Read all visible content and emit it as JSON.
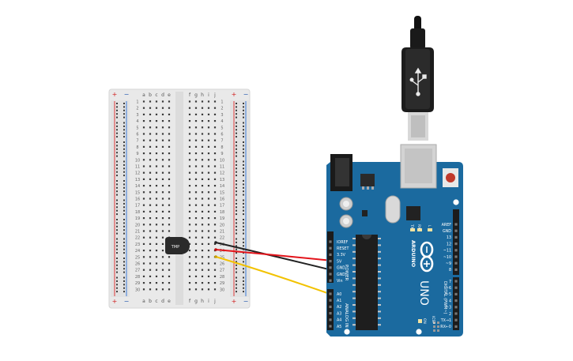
{
  "breadboard": {
    "columns_left": [
      "a",
      "b",
      "c",
      "d",
      "e"
    ],
    "columns_right": [
      "f",
      "g",
      "h",
      "i",
      "j"
    ],
    "row_count": 30,
    "rail_plus": "+",
    "rail_minus": "−"
  },
  "sensor": {
    "label": "TMP"
  },
  "arduino": {
    "logo": "ARDUINO",
    "model": "UNO",
    "power_group_label": "POWER",
    "analog_group_label": "ANALOG IN",
    "digital_group_label": "DIGITAL (PWM~)",
    "power_pins": [
      "IOREF",
      "RESET",
      "3.3V",
      "5V",
      "GND",
      "GND",
      "Vin"
    ],
    "analog_pins": [
      "A0",
      "A1",
      "A2",
      "A3",
      "A4",
      "A5"
    ],
    "top_right_pins": [
      "AREF",
      "GND",
      "13",
      "12",
      "~11",
      "~10",
      "~9",
      "8"
    ],
    "bottom_right_pins": [
      "7",
      "~6",
      "~5",
      "4",
      "~3",
      "2",
      "TX→1",
      "RX←0"
    ],
    "led_labels": [
      "TX",
      "RX",
      "L"
    ],
    "on_label": "ON",
    "icsp_label": "ICSP"
  },
  "wires": {
    "colors": {
      "power": "#e3141b",
      "ground": "#222222",
      "signal": "#f2c200"
    }
  }
}
